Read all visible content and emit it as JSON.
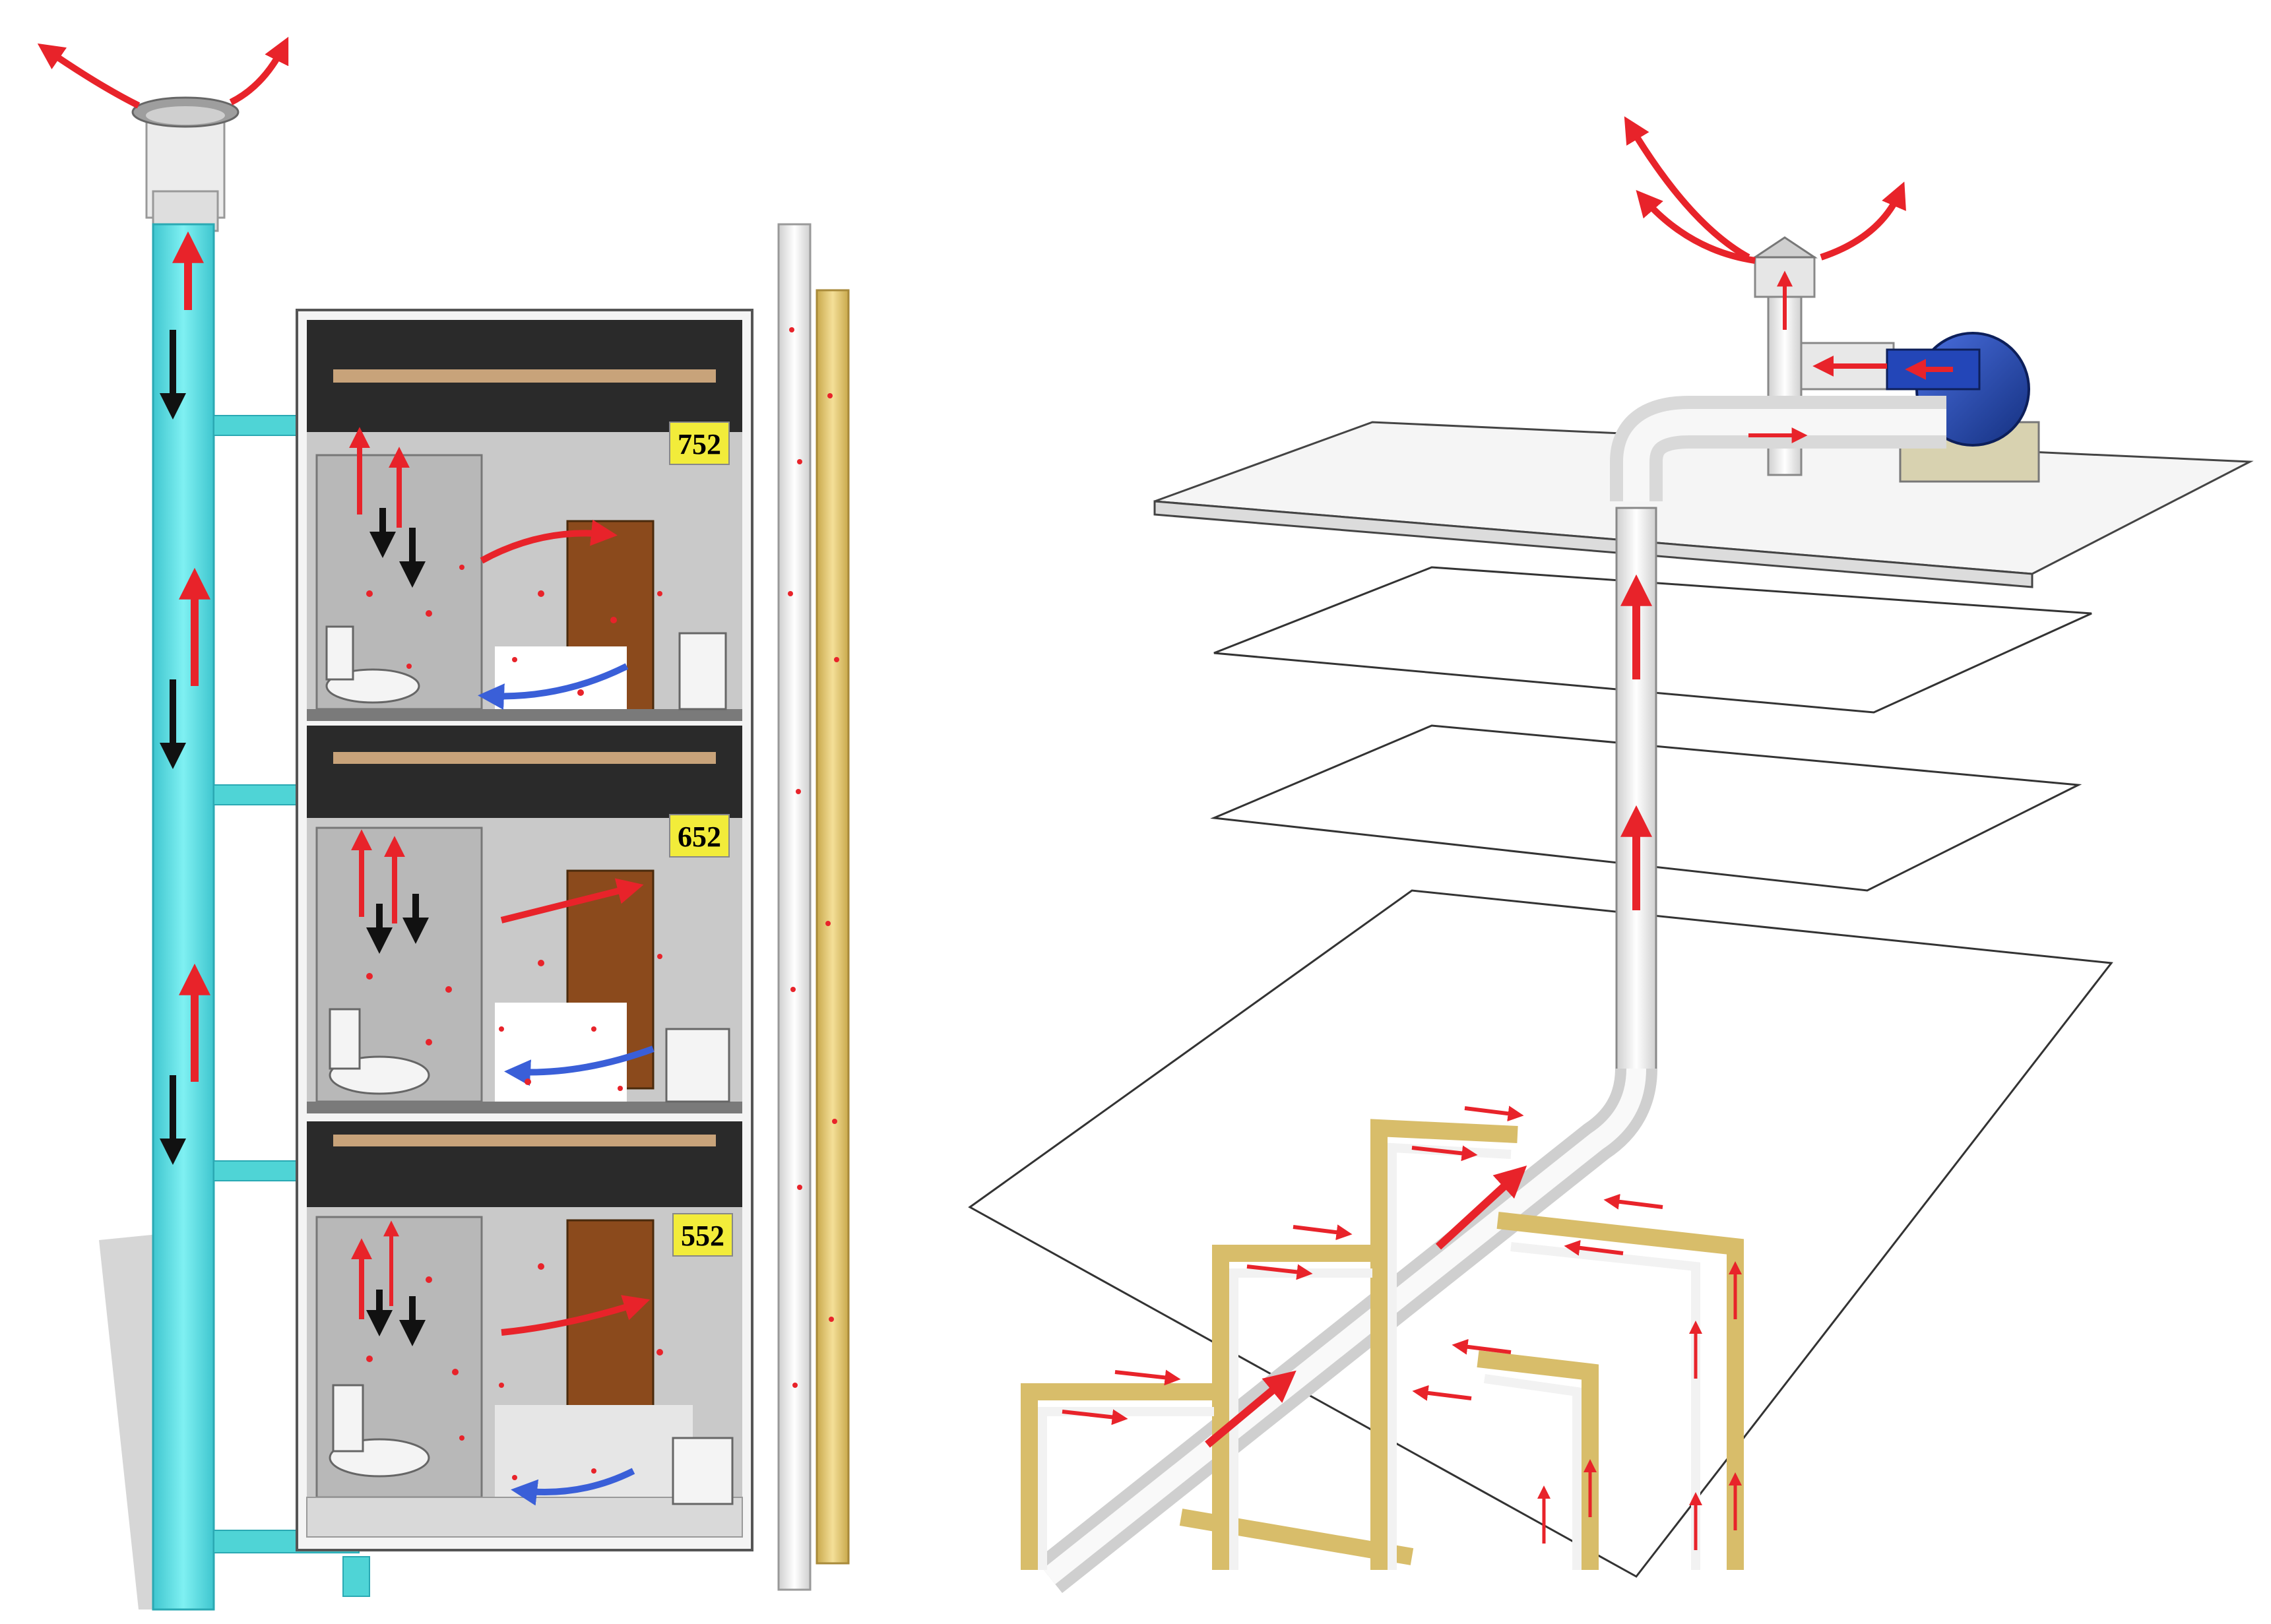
{
  "rooms": [
    {
      "label": "752"
    },
    {
      "label": "652"
    },
    {
      "label": "552"
    }
  ],
  "colors": {
    "main_stack": "#55e0e6",
    "branch_pipe": "#4fd4d6",
    "yellow_pipe": "#e0c46a",
    "white_pipe": "#f2f2f2",
    "flow_arrow_red": "#e8232a",
    "down_arrow_black": "#111111",
    "supply_arrow_blue": "#3a5fd8",
    "door": "#8b4a1c",
    "label_bg": "#f2ec3a",
    "fan": "#1e3fb0"
  }
}
